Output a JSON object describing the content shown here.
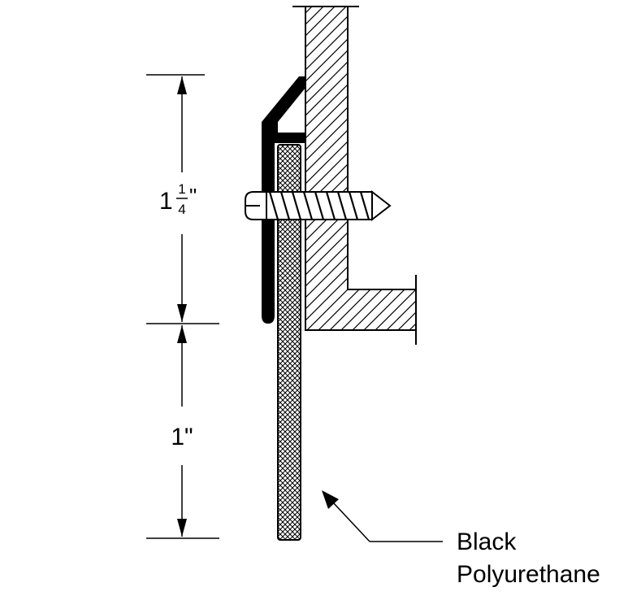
{
  "dimensions": {
    "upper": {
      "whole": "1",
      "numerator": "1",
      "denominator": "4",
      "unit": "\""
    },
    "lower": {
      "label": "1\""
    }
  },
  "callout": {
    "line1": "Black",
    "line2": "Polyurethane"
  },
  "colors": {
    "ink": "#000000",
    "background": "#ffffff"
  }
}
